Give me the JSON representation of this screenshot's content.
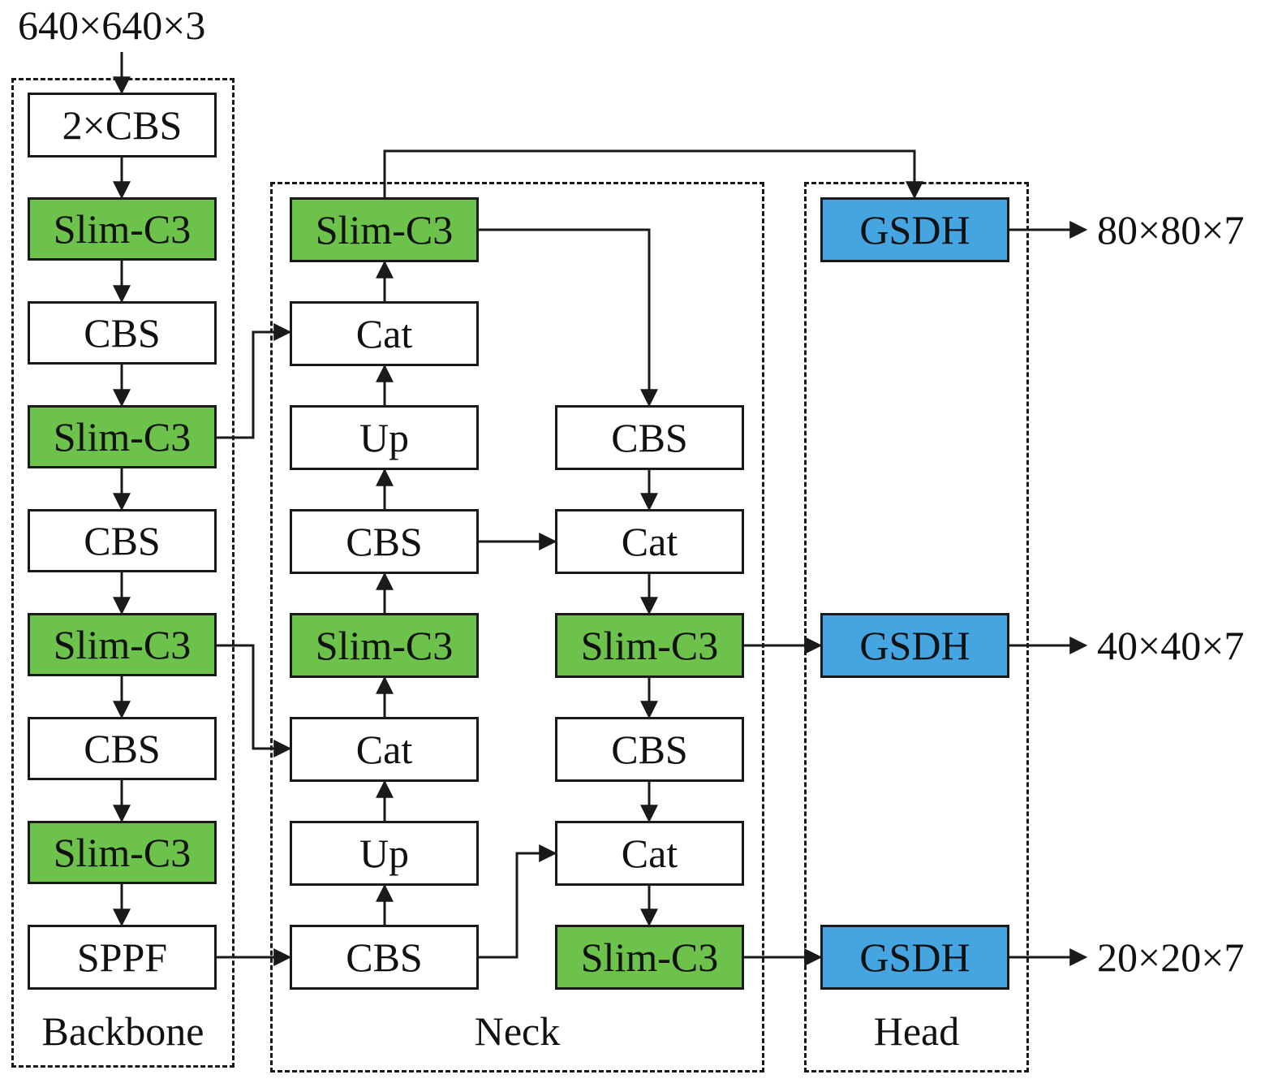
{
  "input_label": "640×640×3",
  "groups": {
    "backbone": "Backbone",
    "neck": "Neck",
    "head": "Head"
  },
  "colors": {
    "slim_c3": "#6cc24a",
    "gsdh": "#45a5e0",
    "plain": "#ffffff",
    "stroke": "#1a1a1a"
  },
  "backbone": {
    "b0": "2×CBS",
    "b1": "Slim-C3",
    "b2": "CBS",
    "b3": "Slim-C3",
    "b4": "CBS",
    "b5": "Slim-C3",
    "b6": "CBS",
    "b7": "Slim-C3",
    "b8": "SPPF"
  },
  "neck_col1": {
    "n0": "Slim-C3",
    "n1": "Cat",
    "n2": "Up",
    "n3": "CBS",
    "n4": "Slim-C3",
    "n5": "Cat",
    "n6": "Up",
    "n7": "CBS"
  },
  "neck_col2": {
    "m0": "CBS",
    "m1": "Cat",
    "m2": "Slim-C3",
    "m3": "CBS",
    "m4": "Cat",
    "m5": "Slim-C3"
  },
  "head": {
    "h0": "GSDH",
    "h1": "GSDH",
    "h2": "GSDH"
  },
  "outputs": {
    "o0": "80×80×7",
    "o1": "40×40×7",
    "o2": "20×20×7"
  }
}
